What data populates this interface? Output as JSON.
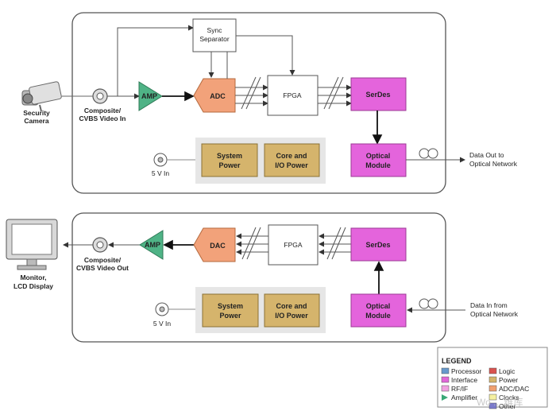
{
  "top": {
    "camera_label": [
      "Security",
      "Camera"
    ],
    "video_in_label": [
      "Composite/",
      "CVBS Video In"
    ],
    "amp": "AMP",
    "adc": "ADC",
    "sync": [
      "Sync",
      "Separator"
    ],
    "fpga": "FPGA",
    "serdes": "SerDes",
    "optical": [
      "Optical",
      "Module"
    ],
    "system_power": [
      "System",
      "Power"
    ],
    "core_power": [
      "Core and",
      "I/O Power"
    ],
    "v_in": "5 V In",
    "data_out": [
      "Data Out to",
      "Optical Network"
    ]
  },
  "bottom": {
    "monitor_label": [
      "Monitor,",
      "LCD Display"
    ],
    "video_out_label": [
      "Composite/",
      "CVBS Video Out"
    ],
    "amp": "AMP",
    "dac": "DAC",
    "fpga": "FPGA",
    "serdes": "SerDes",
    "optical": [
      "Optical",
      "Module"
    ],
    "system_power": [
      "System",
      "Power"
    ],
    "core_power": [
      "Core and",
      "I/O Power"
    ],
    "v_in": "5 V In",
    "data_in": [
      "Data In from",
      "Optical Network"
    ]
  },
  "legend": {
    "title": "LEGEND",
    "items": [
      {
        "label": "Processor",
        "color": "#6699cc"
      },
      {
        "label": "Logic",
        "color": "#d9534f"
      },
      {
        "label": "Interface",
        "color": "#e066d8"
      },
      {
        "label": "Power",
        "color": "#d4b56a"
      },
      {
        "label": "RF/IF",
        "color": "#f0a0e0"
      },
      {
        "label": "ADC/DAC",
        "color": "#f0a070"
      },
      {
        "label": "Amplifier",
        "color": "#3aa876"
      },
      {
        "label": "Clocks",
        "color": "#f5f0a0"
      },
      {
        "label": "",
        "color": ""
      },
      {
        "label": "Other",
        "color": "#7a7acc"
      }
    ]
  },
  "watermark": "Wo ... 维库",
  "colors": {
    "amp": "#4fb386",
    "adc": "#f2a27a",
    "interface": "#e464dc",
    "power": "#d5b46c",
    "power_bg": "#e6e6e6"
  }
}
